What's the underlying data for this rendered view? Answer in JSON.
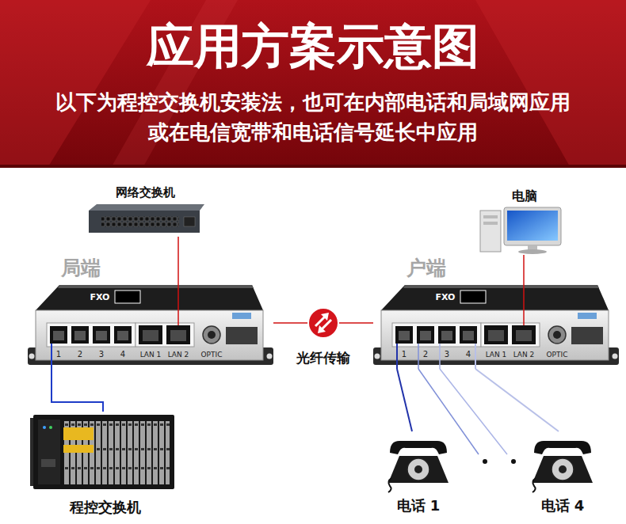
{
  "diagram": {
    "title": "应用方案示意图",
    "nodes": [
      {
        "text": [
          "网络交换机"
        ]
      },
      {
        "text": [
          "局端"
        ]
      },
      {
        "text": [
          "电脑"
        ]
      },
      {
        "text": [
          "户端"
        ]
      },
      {
        "text": [
          "程控交换机"
        ]
      },
      {
        "text": [
          "电话 1"
        ]
      },
      {
        "text": [
          "电话 4"
        ]
      }
    ],
    "edges": [
      {
        "from": 0,
        "to": 1,
        "arrow": "none"
      },
      {
        "from": 1,
        "to": 3,
        "label": "光纤传输",
        "arrow": "none"
      },
      {
        "from": 2,
        "to": 3,
        "arrow": "none"
      },
      {
        "from": 1,
        "to": 4,
        "arrow": "none"
      },
      {
        "from": 3,
        "to": 5,
        "arrow": "none"
      },
      {
        "from": 3,
        "to": 6,
        "arrow": "none"
      }
    ],
    "labels": [
      "以下为程控交换机安装法，也可在内部电话和局域网应用 或在电信宽带和电话信号延长中应用",
      "FXO",
      "1",
      "2",
      "3",
      "4",
      "LAN 1",
      "LAN 2",
      "OPTIC",
      "FXO",
      "1",
      "2",
      "3",
      "4",
      "LAN 1",
      "LAN 2",
      "OPTIC"
    ]
  }
}
